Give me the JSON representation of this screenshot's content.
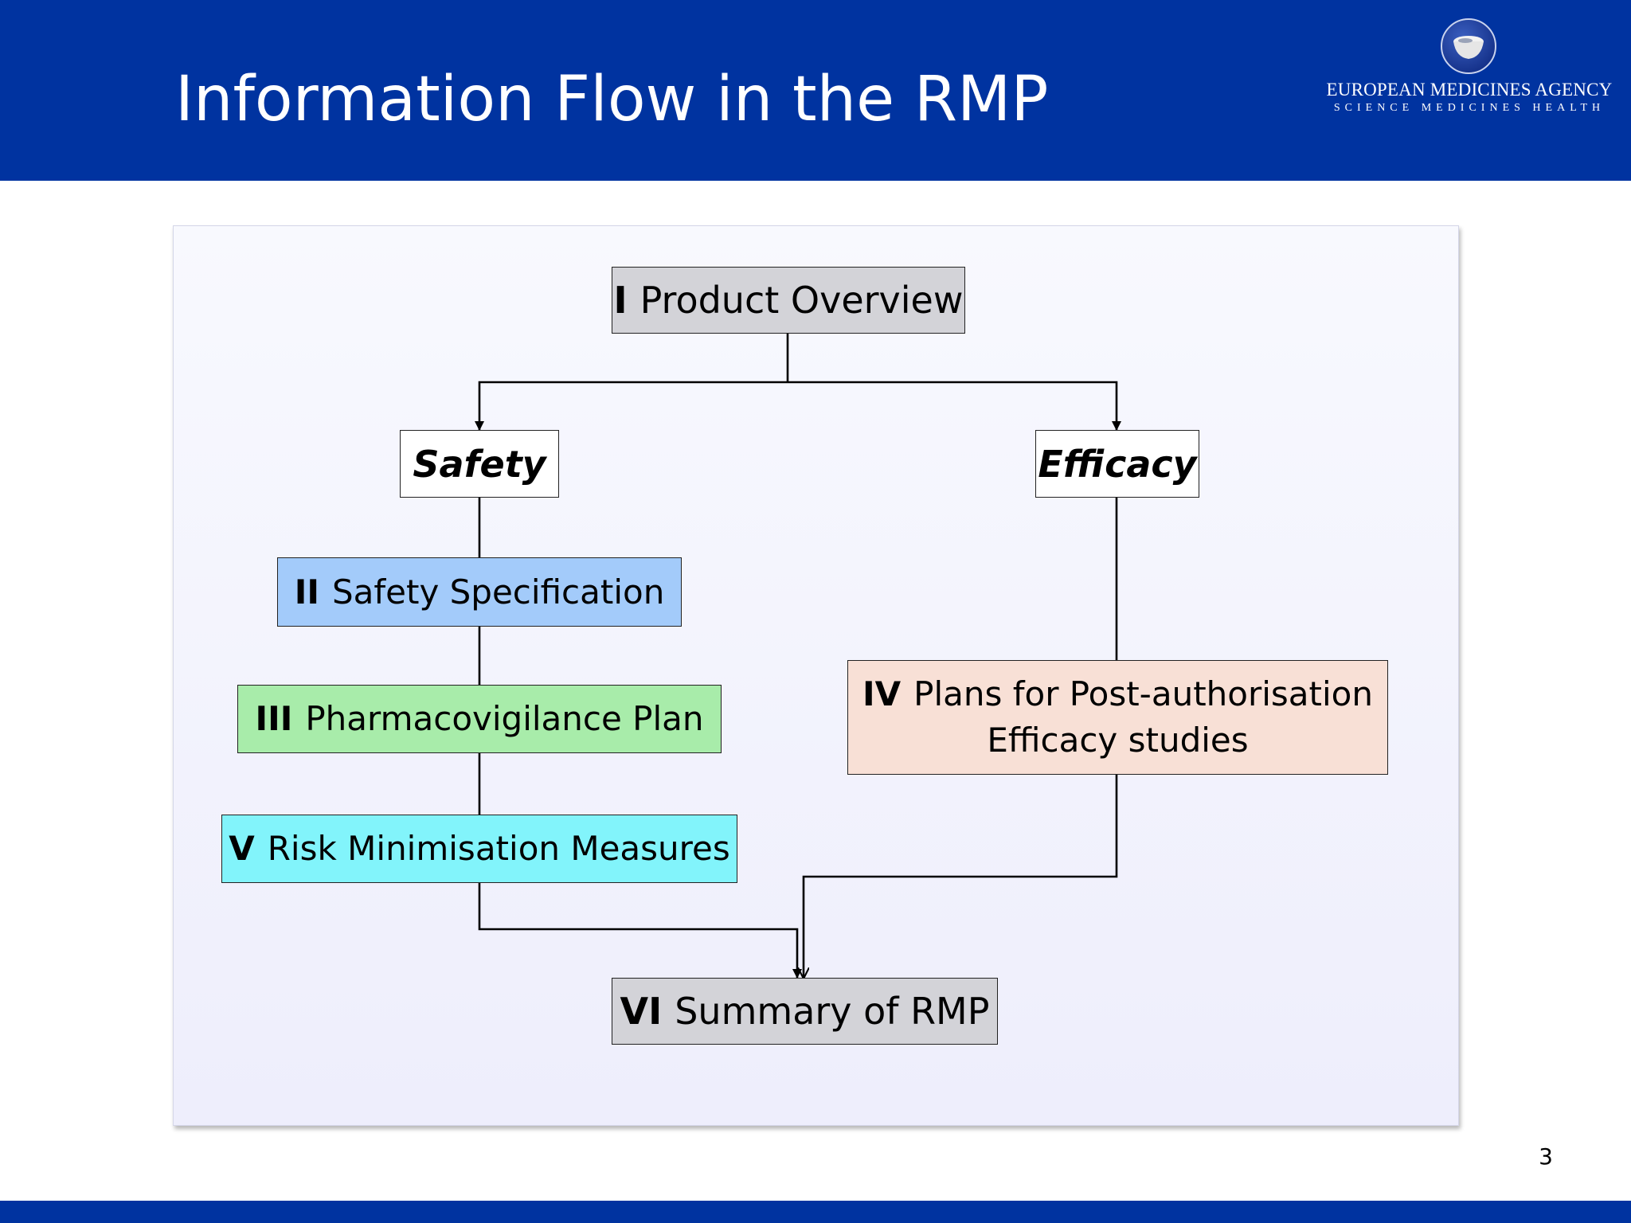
{
  "header": {
    "title": "Information Flow in the RMP",
    "logo_name": "EUROPEAN MEDICINES AGENCY",
    "logo_tagline": "SCIENCE   MEDICINES   HEALTH"
  },
  "diagram": {
    "product_overview": {
      "num": "I",
      "text": "Product Overview",
      "color": "#d3d3d8"
    },
    "safety": {
      "text": "Safety"
    },
    "efficacy": {
      "text": "Efficacy"
    },
    "safety_spec": {
      "num": "II",
      "text": "Safety Specification",
      "color": "#a3cbfa"
    },
    "pv_plan": {
      "num": "III",
      "text": "Pharmacovigilance Plan",
      "color": "#a8ecaa"
    },
    "efficacy_plans": {
      "num": "IV",
      "text_line1": "Plans for Post-authorisation",
      "text_line2": "Efficacy studies",
      "color": "#f8e0d6"
    },
    "risk_min": {
      "num": "V",
      "text": "Risk Minimisation Measures",
      "color": "#82f4fb"
    },
    "summary": {
      "num": "VI",
      "text": "Summary of RMP",
      "color": "#d3d3d8"
    }
  },
  "page_number": "3"
}
